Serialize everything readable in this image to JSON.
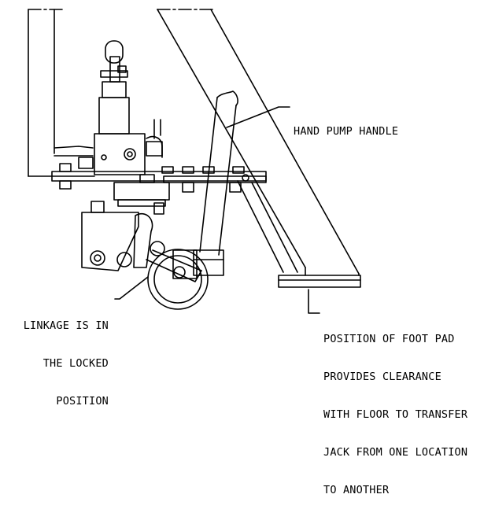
{
  "callouts": {
    "hand_pump_handle": "HAND PUMP HANDLE",
    "linkage": [
      "LINKAGE IS IN",
      "THE LOCKED",
      "POSITION"
    ],
    "foot_pad": [
      "POSITION OF FOOT PAD",
      "PROVIDES CLEARANCE",
      "WITH FLOOR TO TRANSFER",
      "JACK FROM ONE LOCATION",
      "TO ANOTHER"
    ]
  },
  "colors": {
    "line": "#000000",
    "background": "#ffffff"
  }
}
